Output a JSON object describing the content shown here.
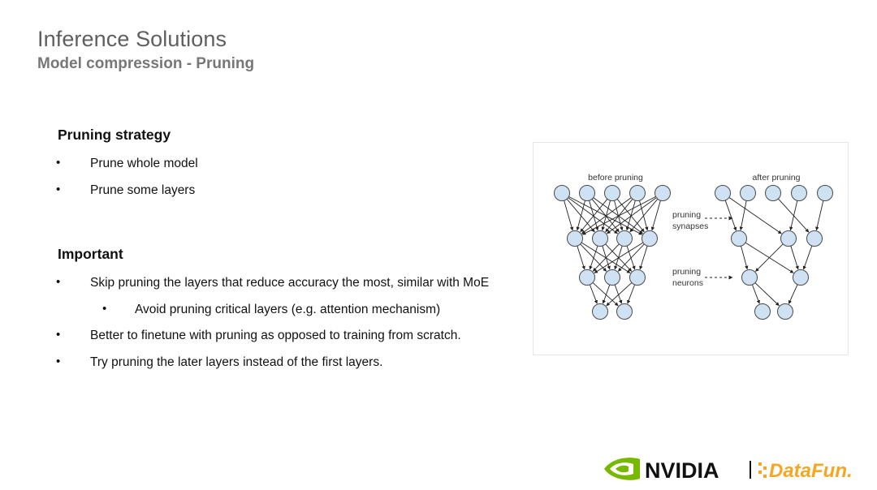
{
  "slide": {
    "title": "Inference Solutions",
    "subtitle": "Model compression - Pruning"
  },
  "strategy": {
    "heading": "Pruning strategy",
    "items": [
      "Prune whole model",
      "Prune some layers"
    ]
  },
  "important": {
    "heading": "Important",
    "items": [
      {
        "text": "Skip pruning the layers that reduce accuracy the most, similar with MoE",
        "level": 1
      },
      {
        "text": "Avoid pruning critical layers (e.g. attention mechanism)",
        "level": 2
      },
      {
        "text": "Better to finetune with pruning as opposed to training from scratch.",
        "level": 1
      },
      {
        "text": "Try pruning the later layers instead of the first layers.",
        "level": 1
      }
    ]
  },
  "figure": {
    "before_label": "before pruning",
    "after_label": "after pruning",
    "synapses_label_1": "pruning",
    "synapses_label_2": "synapses",
    "neurons_label_1": "pruning",
    "neurons_label_2": "neurons",
    "node_fill": "#cfe2f3",
    "node_stroke": "#4a4a4a"
  },
  "footer": {
    "brand_1": "NVIDIA",
    "brand_2": "DataFun.",
    "nvidia_color": "#76b900",
    "datafun_color": "#f5a623"
  }
}
